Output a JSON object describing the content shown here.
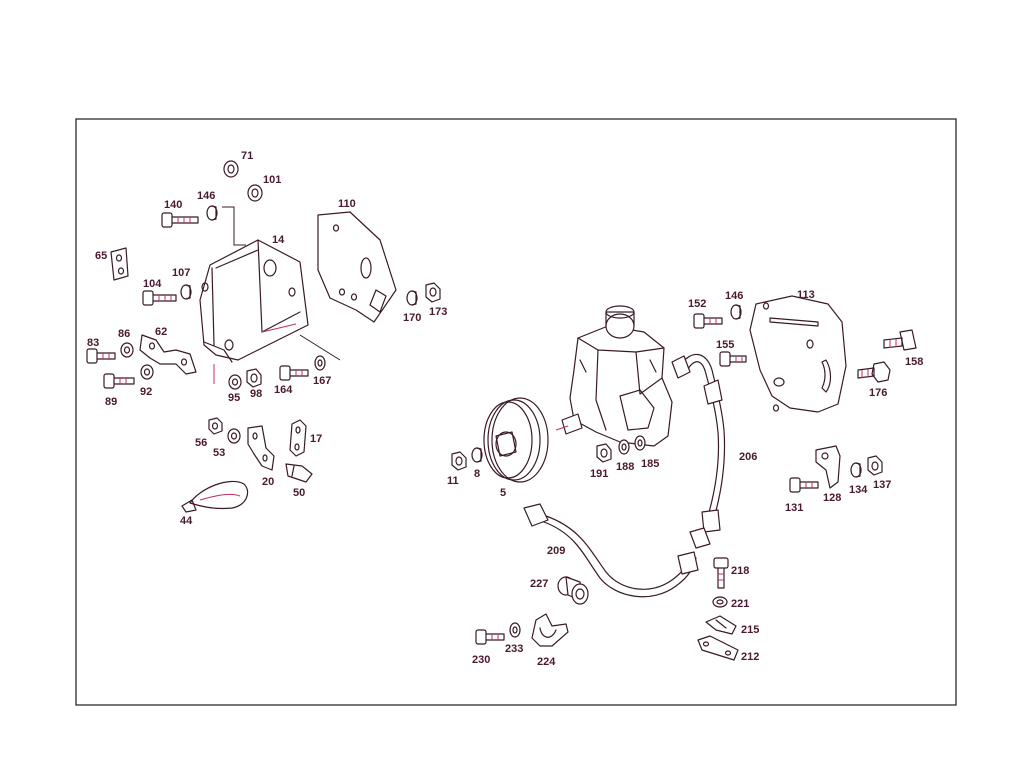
{
  "diagram": {
    "colors": {
      "line": "#3a1a2a",
      "accent": "#c0305a",
      "label": "#4a1830"
    },
    "callouts": [
      {
        "id": "71",
        "text": "71"
      },
      {
        "id": "101",
        "text": "101"
      },
      {
        "id": "146a",
        "text": "146"
      },
      {
        "id": "140",
        "text": "140"
      },
      {
        "id": "110",
        "text": "110"
      },
      {
        "id": "14",
        "text": "14"
      },
      {
        "id": "65",
        "text": "65"
      },
      {
        "id": "107",
        "text": "107"
      },
      {
        "id": "104",
        "text": "104"
      },
      {
        "id": "170",
        "text": "170"
      },
      {
        "id": "173",
        "text": "173"
      },
      {
        "id": "83",
        "text": "83"
      },
      {
        "id": "86",
        "text": "86"
      },
      {
        "id": "62",
        "text": "62"
      },
      {
        "id": "89",
        "text": "89"
      },
      {
        "id": "92",
        "text": "92"
      },
      {
        "id": "95",
        "text": "95"
      },
      {
        "id": "98",
        "text": "98"
      },
      {
        "id": "164",
        "text": "164"
      },
      {
        "id": "167",
        "text": "167"
      },
      {
        "id": "56",
        "text": "56"
      },
      {
        "id": "53",
        "text": "53"
      },
      {
        "id": "17",
        "text": "17"
      },
      {
        "id": "20",
        "text": "20"
      },
      {
        "id": "50",
        "text": "50"
      },
      {
        "id": "44",
        "text": "44"
      },
      {
        "id": "152",
        "text": "152"
      },
      {
        "id": "146b",
        "text": "146"
      },
      {
        "id": "113",
        "text": "113"
      },
      {
        "id": "158",
        "text": "158"
      },
      {
        "id": "155",
        "text": "155"
      },
      {
        "id": "176",
        "text": "176"
      },
      {
        "id": "206",
        "text": "206"
      },
      {
        "id": "191",
        "text": "191"
      },
      {
        "id": "188",
        "text": "188"
      },
      {
        "id": "185",
        "text": "185"
      },
      {
        "id": "11",
        "text": "11"
      },
      {
        "id": "8",
        "text": "8"
      },
      {
        "id": "5",
        "text": "5"
      },
      {
        "id": "131",
        "text": "131"
      },
      {
        "id": "128",
        "text": "128"
      },
      {
        "id": "134",
        "text": "134"
      },
      {
        "id": "137",
        "text": "137"
      },
      {
        "id": "209",
        "text": "209"
      },
      {
        "id": "227",
        "text": "227"
      },
      {
        "id": "218",
        "text": "218"
      },
      {
        "id": "221",
        "text": "221"
      },
      {
        "id": "215",
        "text": "215"
      },
      {
        "id": "212",
        "text": "212"
      },
      {
        "id": "230",
        "text": "230"
      },
      {
        "id": "233",
        "text": "233"
      },
      {
        "id": "224",
        "text": "224"
      }
    ]
  }
}
